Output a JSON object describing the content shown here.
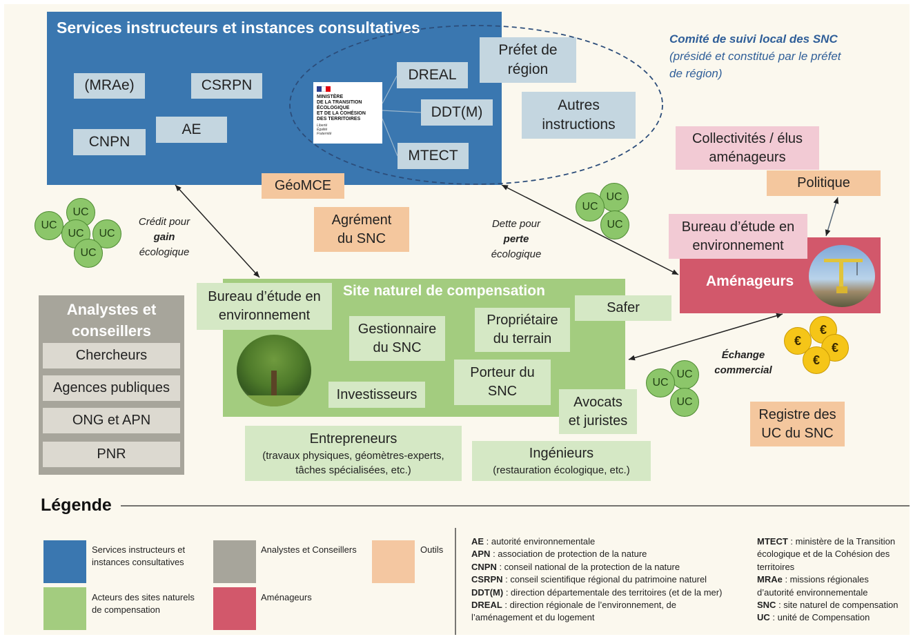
{
  "services": {
    "title": "Services instructeurs et instances consultatives",
    "mrae": "(MRAe)",
    "csrpn": "CSRPN",
    "cnpn": "CNPN",
    "ae": "AE",
    "dreal": "DREAL",
    "ddtm": "DDT(M)",
    "mtect": "MTECT",
    "prefet_line1": "Préfet de",
    "prefet_line2": "région",
    "autres_line1": "Autres",
    "autres_line2": "instructions",
    "ministry_logo": [
      "MINISTÈRE",
      "DE LA TRANSITION",
      "ÉCOLOGIQUE",
      "ET DE LA COHÉSION",
      "DES TERRITOIRES"
    ],
    "ministry_motto": [
      "Liberté",
      "Égalité",
      "Fraternité"
    ]
  },
  "comite": {
    "title": "Comité de suivi local des SNC",
    "subtitle_line1": "(présidé et constitué par le préfet",
    "subtitle_line2": "de région)"
  },
  "tools": {
    "geomce": "GéoMCE",
    "agrement_line1": "Agrément",
    "agrement_line2": "du SNC",
    "registre_line1": "Registre des",
    "registre_line2": "UC du SNC",
    "politique": "Politique"
  },
  "collectivites": {
    "line1": "Collectivités / élus",
    "line2": "aménageurs"
  },
  "amenageurs": {
    "title": "Aménageurs",
    "bureau_line1": "Bureau d’étude en",
    "bureau_line2": "environnement"
  },
  "arrows": {
    "credit_line1": "Crédit pour",
    "credit_line2": "gain",
    "credit_line3": "écologique",
    "dette_line1": "Dette pour",
    "dette_line2": "perte",
    "dette_line3": "écologique",
    "echange_line1": "Échange",
    "echange_line2": "commercial"
  },
  "uc_label": "UC",
  "euro_label": "€",
  "site": {
    "title": "Site naturel de compensation",
    "bureau_line1": "Bureau d’étude en",
    "bureau_line2": "environnement",
    "gestionnaire_line1": "Gestionnaire",
    "gestionnaire_line2": "du SNC",
    "proprietaire_line1": "Propriétaire",
    "proprietaire_line2": "du terrain",
    "safer": "Safer",
    "investisseurs": "Investisseurs",
    "porteur_line1": "Porteur du",
    "porteur_line2": "SNC",
    "avocats_line1": "Avocats",
    "avocats_line2": "et juristes"
  },
  "entrepreneurs": {
    "title": "Entrepreneurs",
    "sub_line1": "(travaux physiques, géomètres-experts,",
    "sub_line2": "tâches spécialisées, etc.)"
  },
  "ingenieurs": {
    "title": "Ingénieurs",
    "sub": "(restauration écologique, etc.)"
  },
  "analystes": {
    "title_line1": "Analystes et",
    "title_line2": "conseillers",
    "items": [
      "Chercheurs",
      "Agences publiques",
      "ONG et APN",
      "PNR"
    ]
  },
  "legend": {
    "title": "Légende",
    "services_line1": "Services instructeurs et",
    "services_line2": "instances consultatives",
    "analystes": "Analystes et Conseillers",
    "outils": "Outils",
    "acteurs_line1": "Acteurs des sites naturels",
    "acteurs_line2": "de compensation",
    "amenageurs": "Aménageurs",
    "colors": {
      "services": "#3a77b0",
      "analystes": "#a7a59b",
      "outils": "#f4c7a1",
      "acteurs": "#a3cc7f",
      "amenageurs": "#d2586b"
    }
  },
  "abbreviations_left": [
    {
      "abbr": "AE",
      "def": " : autorité environnementale"
    },
    {
      "abbr": "APN",
      "def": " : association de protection de la nature"
    },
    {
      "abbr": "CNPN",
      "def": " : conseil national de la protection de la nature"
    },
    {
      "abbr": "CSRPN",
      "def": " : conseil scientifique régional du patrimoine naturel"
    },
    {
      "abbr": "DDT(M)",
      "def": " : direction départementale des territoires (et de la mer)"
    },
    {
      "abbr": "DREAL",
      "def": " : direction régionale de l’environnement, de"
    },
    {
      "abbr": "",
      "def": "l’aménagement et du logement"
    }
  ],
  "abbreviations_right": [
    {
      "abbr": "MTECT",
      "def": " : ministère de la Transition"
    },
    {
      "abbr": "",
      "def": "écologique et de la Cohésion des"
    },
    {
      "abbr": "",
      "def": "territoires"
    },
    {
      "abbr": "MRAe",
      "def": "  : missions régionales"
    },
    {
      "abbr": "",
      "def": "d’autorité environnementale"
    },
    {
      "abbr": "SNC",
      "def": " : site naturel de compensation"
    },
    {
      "abbr": "UC",
      "def": " : unité de Compensation"
    }
  ]
}
